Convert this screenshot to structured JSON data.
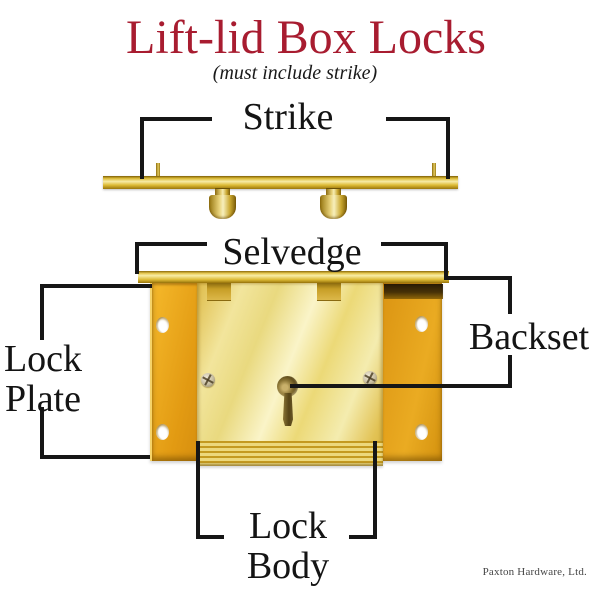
{
  "title": "Lift-lid Box Locks",
  "subtitle": "(must include strike)",
  "labels": {
    "strike": "Strike",
    "selvedge": "Selvedge",
    "backset": "Backset",
    "lock_plate": [
      "Lock",
      "Plate"
    ],
    "lock_body": [
      "Lock",
      "Body"
    ]
  },
  "credit": "Paxton Hardware, Ltd.",
  "colors": {
    "title_red": "#a81c30",
    "annotation_black": "#161616",
    "brass_highlight": "#f8eda6",
    "brass_mid": "#ddbb35",
    "brass_shadow": "#97730b",
    "plate_orange": "#e29a12",
    "body_brass": "#f2e59c",
    "background": "#ffffff"
  }
}
